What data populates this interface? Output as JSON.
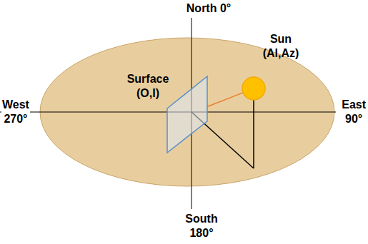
{
  "diagram": {
    "nodes": [
      {
        "text": [
          "Surface",
          "(O,I)"
        ]
      },
      {
        "text": [
          "Sun",
          "(Al,Az)"
        ]
      }
    ],
    "edges": [
      {
        "from": 1,
        "to": 0,
        "arrow": "none"
      }
    ],
    "labels": [
      "North 0°",
      "West 270°",
      "East 90°",
      "South 180°"
    ]
  }
}
